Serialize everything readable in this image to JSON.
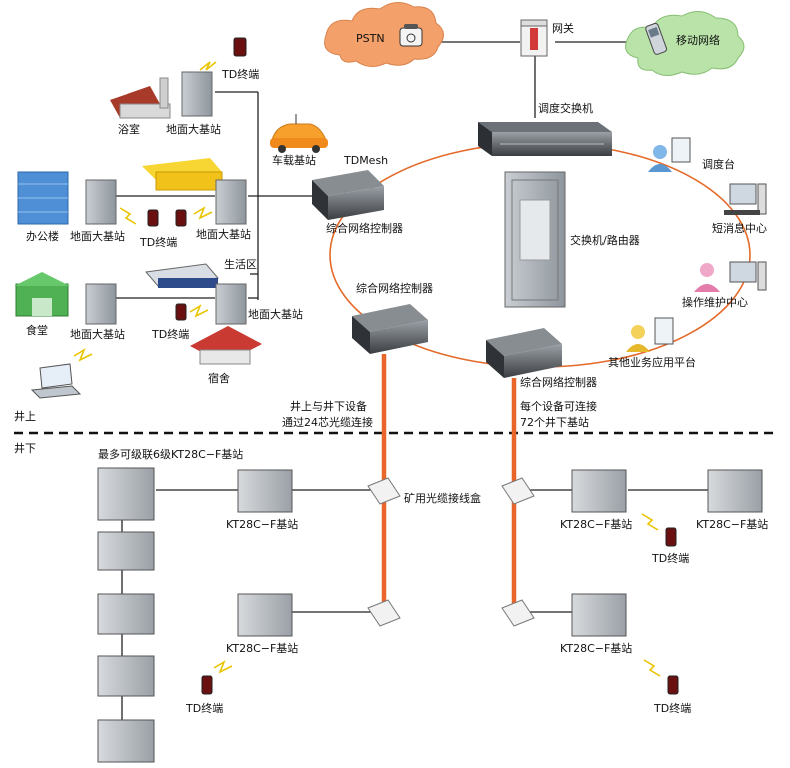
{
  "top": {
    "pstn": "PSTN",
    "gateway": "网关",
    "mobile": "移动网络",
    "dispatch_switch": "调度交换机",
    "dispatch_desk": "调度台",
    "sms_center": "短消息中心",
    "ops_center": "操作维护中心",
    "other_platform": "其他业务应用平台",
    "switch_router": "交换机/路由器",
    "tdmesh": "TDMesh",
    "vehicle_station": "车载基站",
    "controller": "综合网络控制器",
    "bath": "浴室",
    "office": "办公楼",
    "canteen": "食堂",
    "living": "生活区",
    "dorm": "宿舍",
    "ground_station": "地面大基站",
    "td_terminal": "TD终端"
  },
  "divider": {
    "above": "井上",
    "below": "井下",
    "note_left": [
      "井上与井下设备",
      "通过24芯光缆连接"
    ],
    "note_right": [
      "每个设备可连接",
      "72个井下基站"
    ]
  },
  "underground": {
    "cascade_note": "最多可级联6级KT28C−F基站",
    "kt_station": "KT28C−F基站",
    "fiber_box": "矿用光缆接线盒",
    "td_terminal": "TD终端"
  }
}
